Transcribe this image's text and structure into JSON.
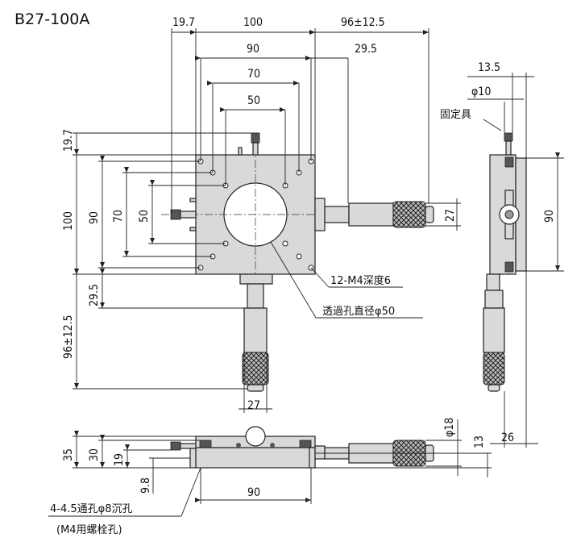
{
  "title": "B27-100A",
  "top_view": {
    "dims_top": [
      "19.7",
      "100",
      "96±12.5",
      "90",
      "29.5",
      "70",
      "50"
    ],
    "dims_left": [
      "19.7",
      "100",
      "90",
      "70",
      "50",
      "29.5",
      "96±12.5"
    ],
    "dims_right": [
      "27"
    ],
    "dims_bottom": [
      "27"
    ],
    "notes": [
      "12-M4深度6",
      "透過孔直径φ50"
    ]
  },
  "side_view": {
    "dims": [
      "13.5",
      "φ10",
      "90",
      "26"
    ],
    "fixture_label": "固定具"
  },
  "front_view": {
    "dims": [
      "35",
      "30",
      "19",
      "9.8",
      "90",
      "φ18",
      "13"
    ],
    "note_line1": "4-4.5通孔φ8沉孔",
    "note_line2": "(M4用螺栓孔)"
  }
}
